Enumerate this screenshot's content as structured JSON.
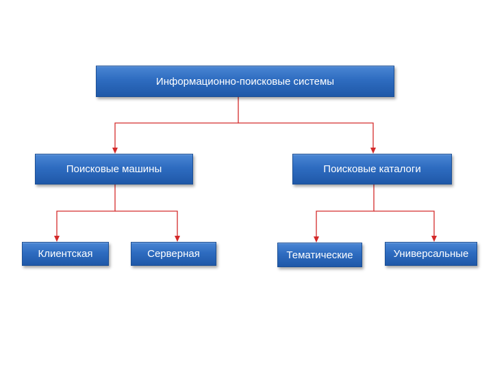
{
  "diagram": {
    "colors": {
      "node_fill": "#2e6cc0",
      "node_border": "#1b4f95",
      "node_text": "#ffffff",
      "connector": "#d42a2a",
      "background": "#ffffff"
    },
    "nodes": {
      "root": "Информационно-поисковые системы",
      "search_engines": "Поисковые машины",
      "search_catalogs": "Поисковые каталоги",
      "client": "Клиентская",
      "server": "Серверная",
      "thematic": "Тематические",
      "universal": "Универсальные"
    },
    "edges": [
      [
        "root",
        "search_engines"
      ],
      [
        "root",
        "search_catalogs"
      ],
      [
        "search_engines",
        "client"
      ],
      [
        "search_engines",
        "server"
      ],
      [
        "search_catalogs",
        "thematic"
      ],
      [
        "search_catalogs",
        "universal"
      ]
    ]
  }
}
